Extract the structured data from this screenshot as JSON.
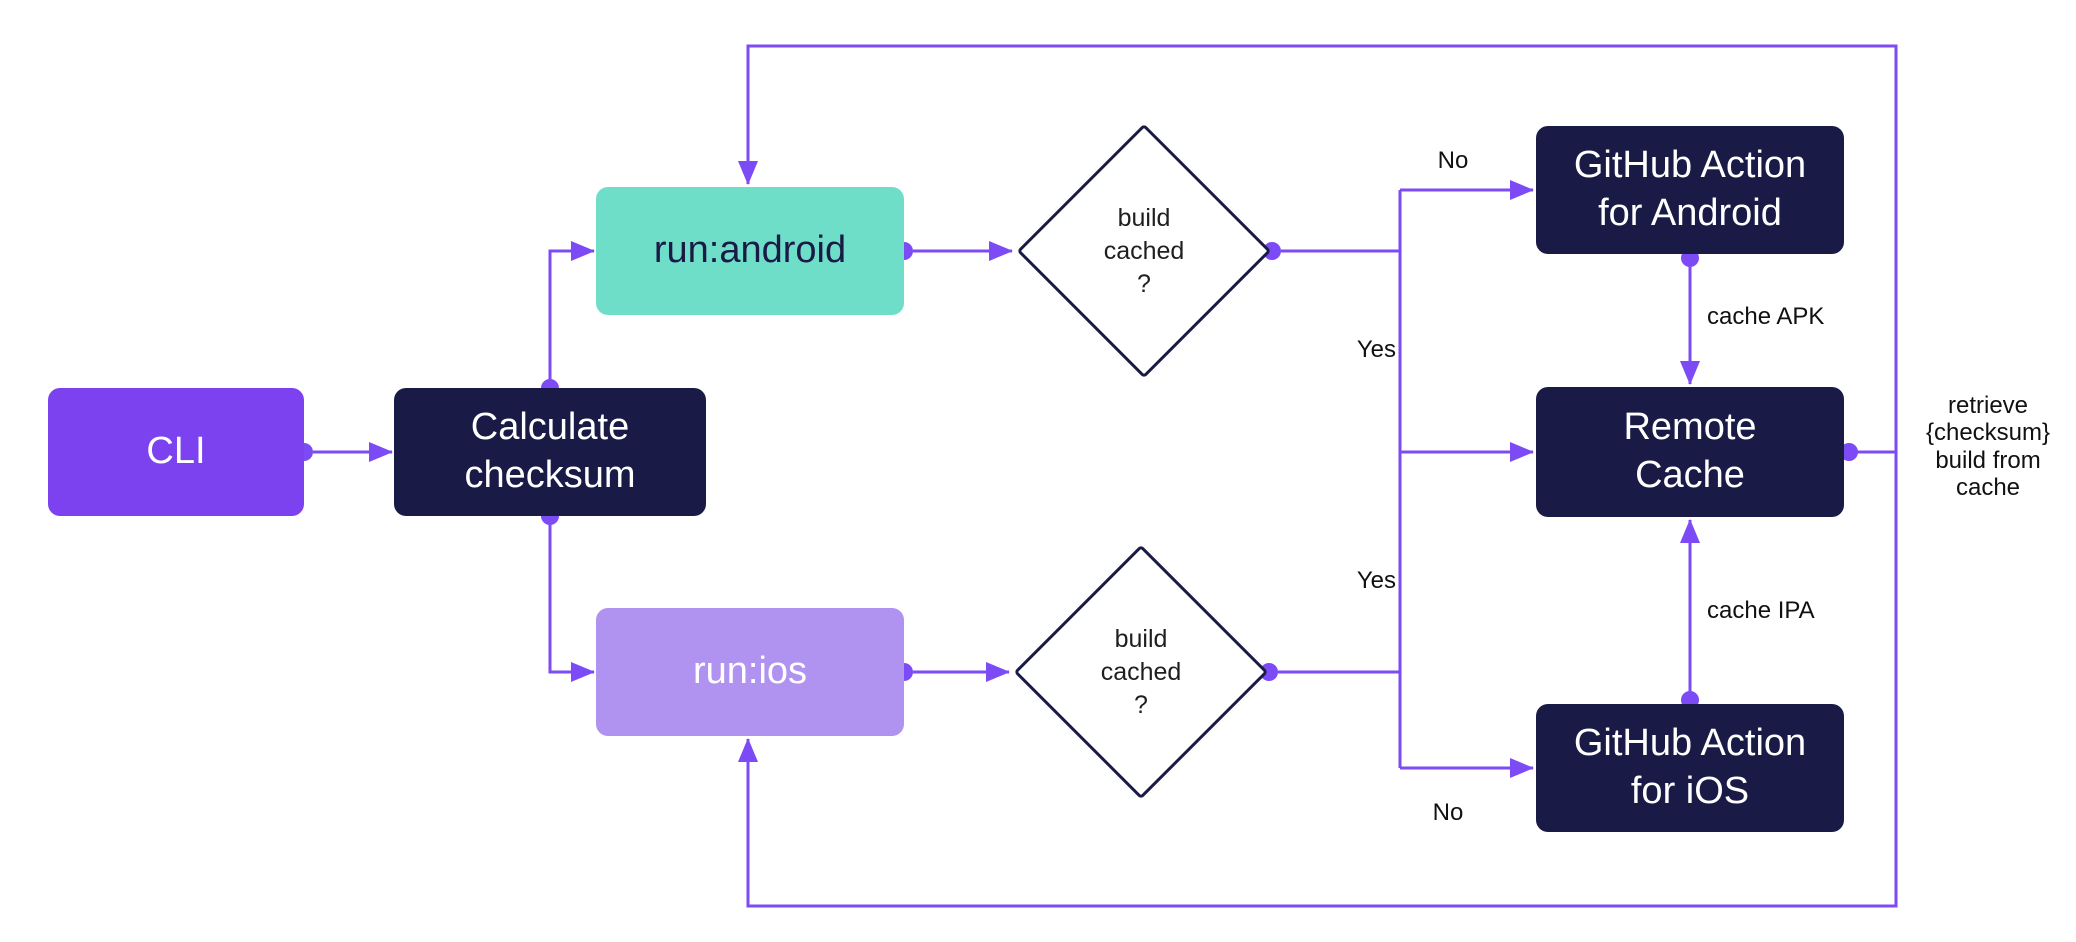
{
  "colors": {
    "bg": "#ffffff",
    "purple": "#7C42F0",
    "line": "#7C4BF5",
    "navy": "#191A45",
    "teal": "#6FDEC9",
    "lavender": "#B093F0",
    "ink": "#111111",
    "diamondInk": "#1F1F1F",
    "textLight": "#ffffff"
  },
  "nodes": {
    "cli": {
      "label": "CLI"
    },
    "calculate_checksum": {
      "label": "Calculate\nchecksum"
    },
    "run_android": {
      "label": "run:android"
    },
    "run_ios": {
      "label": "run:ios"
    },
    "github_action_android": {
      "label": "GitHub Action\nfor Android"
    },
    "remote_cache": {
      "label": "Remote\nCache"
    },
    "github_action_ios": {
      "label": "GitHub Action\nfor iOS"
    }
  },
  "decisions": {
    "android": {
      "label": "build\ncached\n?"
    },
    "ios": {
      "label": "build\ncached\n?"
    }
  },
  "edge_labels": {
    "no_android": "No",
    "yes_android": "Yes",
    "yes_ios": "Yes",
    "no_ios": "No",
    "cache_apk": "cache APK",
    "cache_ipa": "cache IPA",
    "retrieve_from_cache": "retrieve\n{checksum}\nbuild from\ncache"
  }
}
